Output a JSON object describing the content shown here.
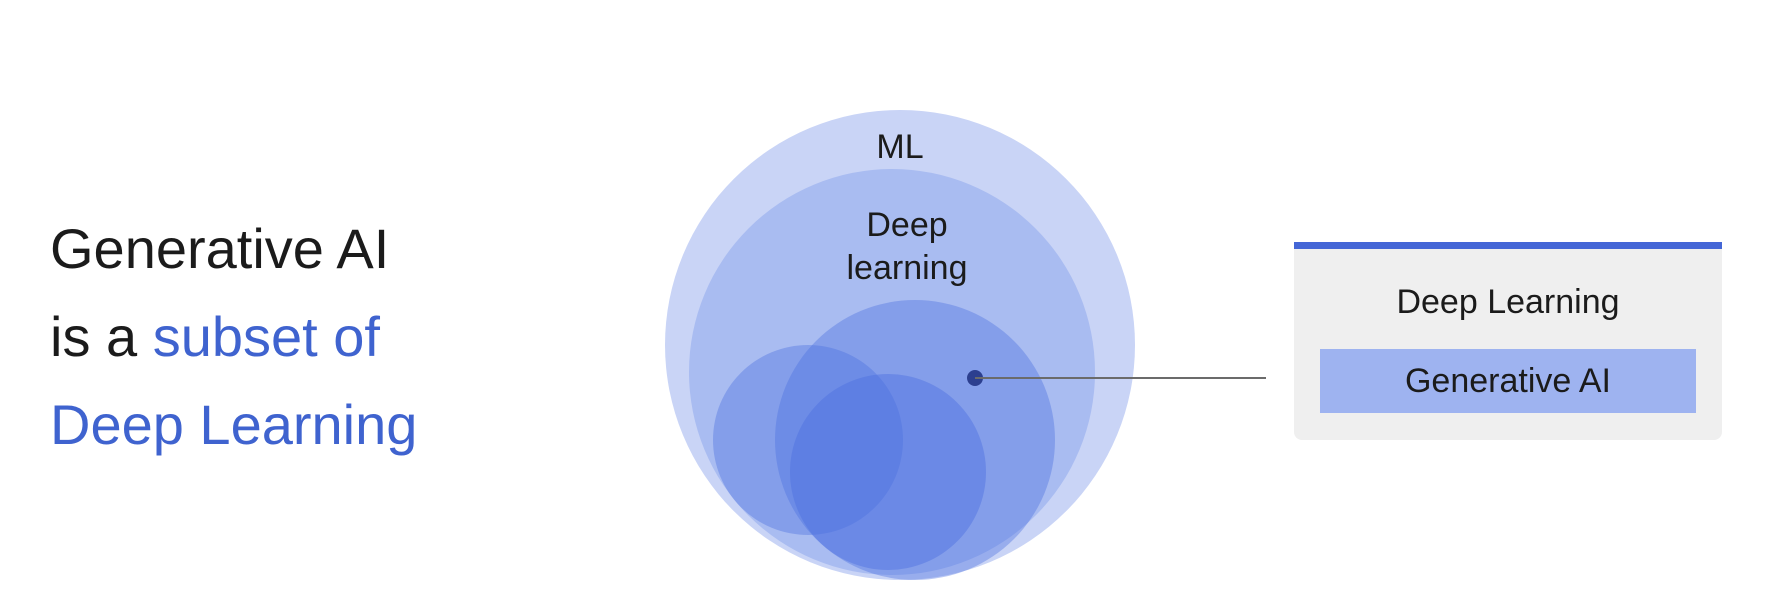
{
  "headline": {
    "line1": "Generative AI",
    "line2_prefix": "is a ",
    "line2_accent": "subset of",
    "line3_accent": "Deep Learning"
  },
  "diagram": {
    "ml_label": "ML",
    "deep_learning_label_line1": "Deep",
    "deep_learning_label_line2": "learning"
  },
  "legend": {
    "title": "Deep Learning",
    "item": "Generative AI"
  },
  "colors": {
    "accent": "#3f63cf",
    "legend_bar": "#4466d6",
    "legend_item_bg": "#9eb3f0",
    "legend_bg": "#efefef",
    "circle_fill": "#4a6ee0"
  }
}
